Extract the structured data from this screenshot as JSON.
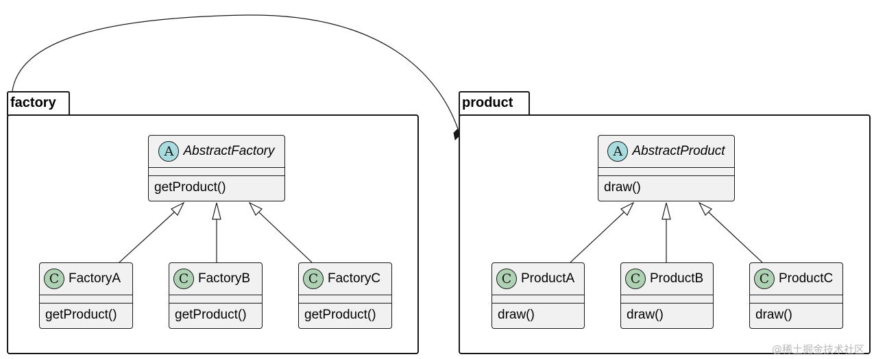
{
  "packages": {
    "factory": {
      "label": "factory"
    },
    "product": {
      "label": "product"
    }
  },
  "classes": {
    "abstract_factory": {
      "stereotype": "A",
      "name": "AbstractFactory",
      "method": "getProduct()"
    },
    "factory_a": {
      "stereotype": "C",
      "name": "FactoryA",
      "method": "getProduct()"
    },
    "factory_b": {
      "stereotype": "C",
      "name": "FactoryB",
      "method": "getProduct()"
    },
    "factory_c": {
      "stereotype": "C",
      "name": "FactoryC",
      "method": "getProduct()"
    },
    "abstract_product": {
      "stereotype": "A",
      "name": "AbstractProduct",
      "method": "draw()"
    },
    "product_a": {
      "stereotype": "C",
      "name": "ProductA",
      "method": "draw()"
    },
    "product_b": {
      "stereotype": "C",
      "name": "ProductB",
      "method": "draw()"
    },
    "product_c": {
      "stereotype": "C",
      "name": "ProductC",
      "method": "draw()"
    }
  },
  "relations": [
    {
      "type": "composition",
      "from": "factory",
      "to": "product"
    },
    {
      "type": "inheritance",
      "from": "FactoryA",
      "to": "AbstractFactory"
    },
    {
      "type": "inheritance",
      "from": "FactoryB",
      "to": "AbstractFactory"
    },
    {
      "type": "inheritance",
      "from": "FactoryC",
      "to": "AbstractFactory"
    },
    {
      "type": "inheritance",
      "from": "ProductA",
      "to": "AbstractProduct"
    },
    {
      "type": "inheritance",
      "from": "ProductB",
      "to": "AbstractProduct"
    },
    {
      "type": "inheritance",
      "from": "ProductC",
      "to": "AbstractProduct"
    }
  ],
  "watermark": "@稀土掘金技术社区",
  "colors": {
    "class_fill": "#f1f1f1",
    "line": "#181818",
    "abstract_badge": "#a9dcdf",
    "class_badge": "#add1b2"
  }
}
